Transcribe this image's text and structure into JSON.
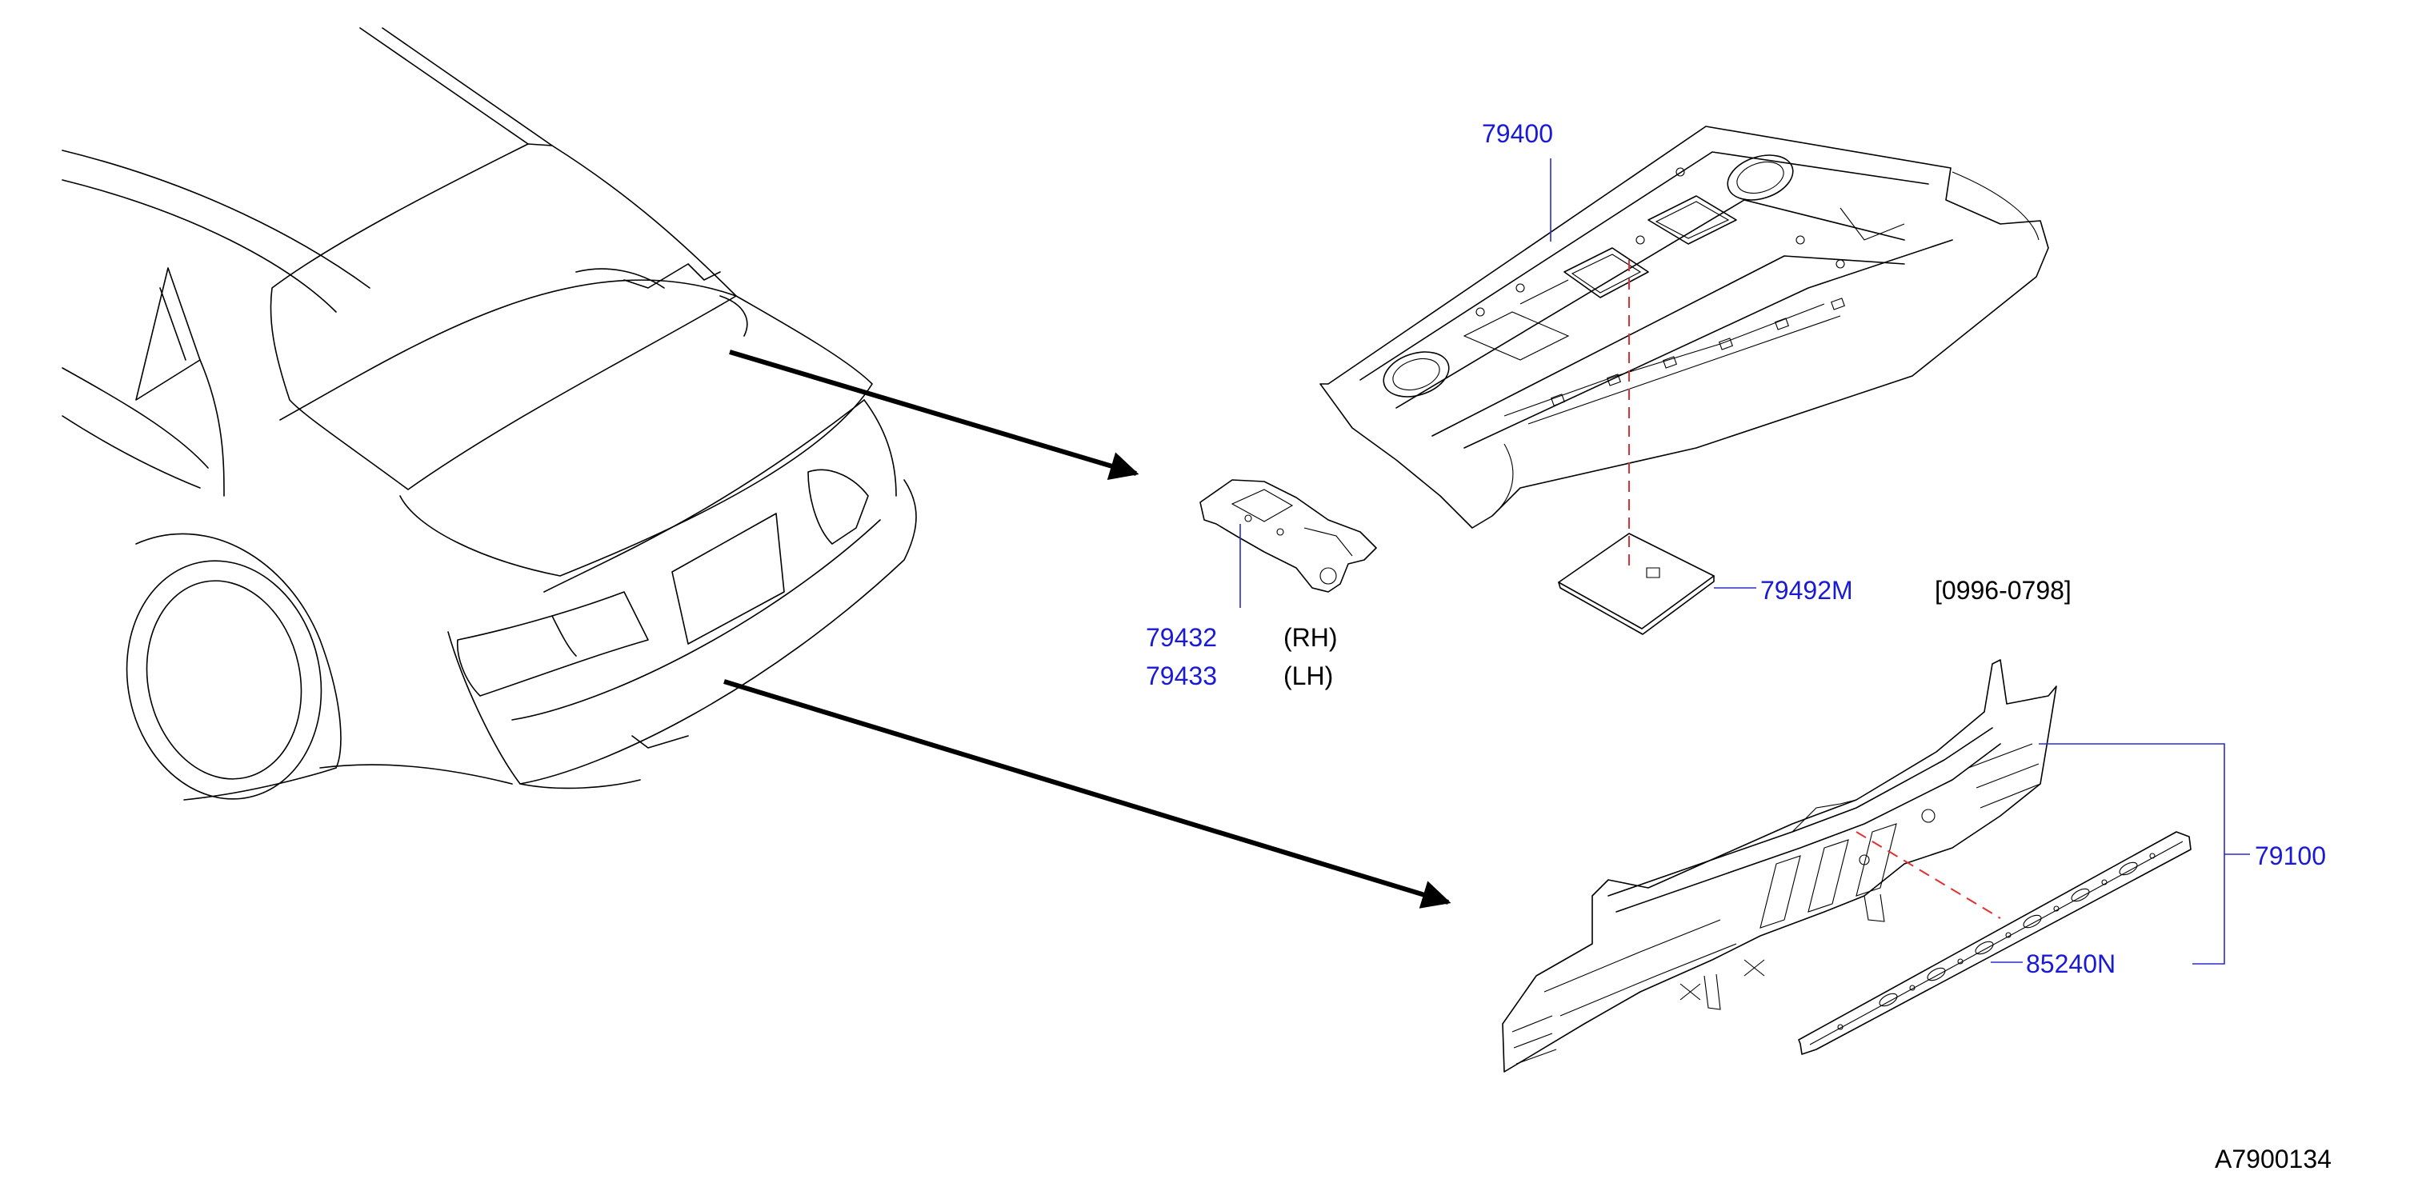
{
  "labels": {
    "part_79400": "79400",
    "part_79432": "79432",
    "part_79432_side": "(RH)",
    "part_79433": "79433",
    "part_79433_side": "(LH)",
    "part_79492M": "79492M",
    "part_79492M_range": "[0996-0798]",
    "part_79100": "79100",
    "part_85240N": "85240N",
    "diagram_id": "A7900134"
  },
  "colors": {
    "part_number": "#1a1ad6",
    "leader": "#2b2bcc",
    "alignment_dashed": "#e23030",
    "linework": "#000000"
  }
}
